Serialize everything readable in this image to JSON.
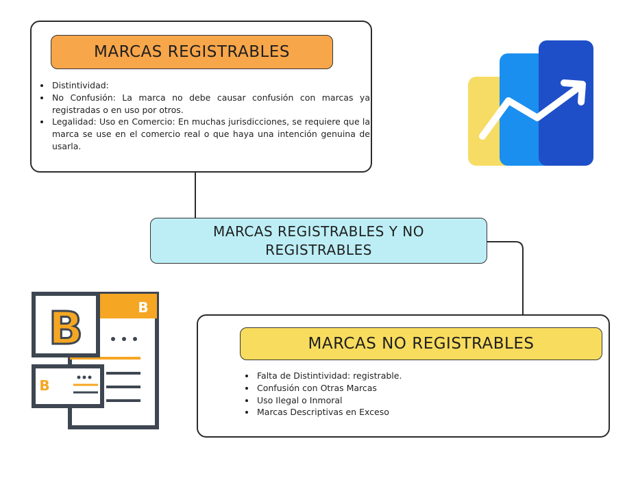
{
  "center_node": {
    "title": "MARCAS REGISTRABLES Y NO REGISTRABLES"
  },
  "registrables": {
    "title": "MARCAS REGISTRABLES",
    "items": [
      "Distintividad:",
      "No Confusión: La marca no debe causar confusión con marcas ya registradas o en uso por otros.",
      "Legalidad: Uso en Comercio: En muchas jurisdicciones, se requiere que la marca se use en el comercio real o que haya una intención genuina de usarla."
    ]
  },
  "no_registrables": {
    "title": "MARCAS NO REGISTRABLES",
    "items": [
      "Falta de Distintividad: registrable.",
      "Confusión con Otras Marcas",
      "Uso Ilegal o Inmoral",
      "Marcas Descriptivas en Exceso"
    ]
  },
  "colors": {
    "registrables_pill": "#f8a64a",
    "center_pill": "#bdeef6",
    "no_registrables_pill": "#f8dc5e",
    "chart_yellow": "#f6dc64",
    "chart_blue_light": "#1a8ff0",
    "chart_blue_dark": "#1f4fc8",
    "brand_orange": "#f5a623",
    "brand_dark": "#3d4651"
  },
  "icons": {
    "growth": "growth-chart-icon",
    "brand": "brand-documents-icon"
  },
  "brand_letter": "B"
}
